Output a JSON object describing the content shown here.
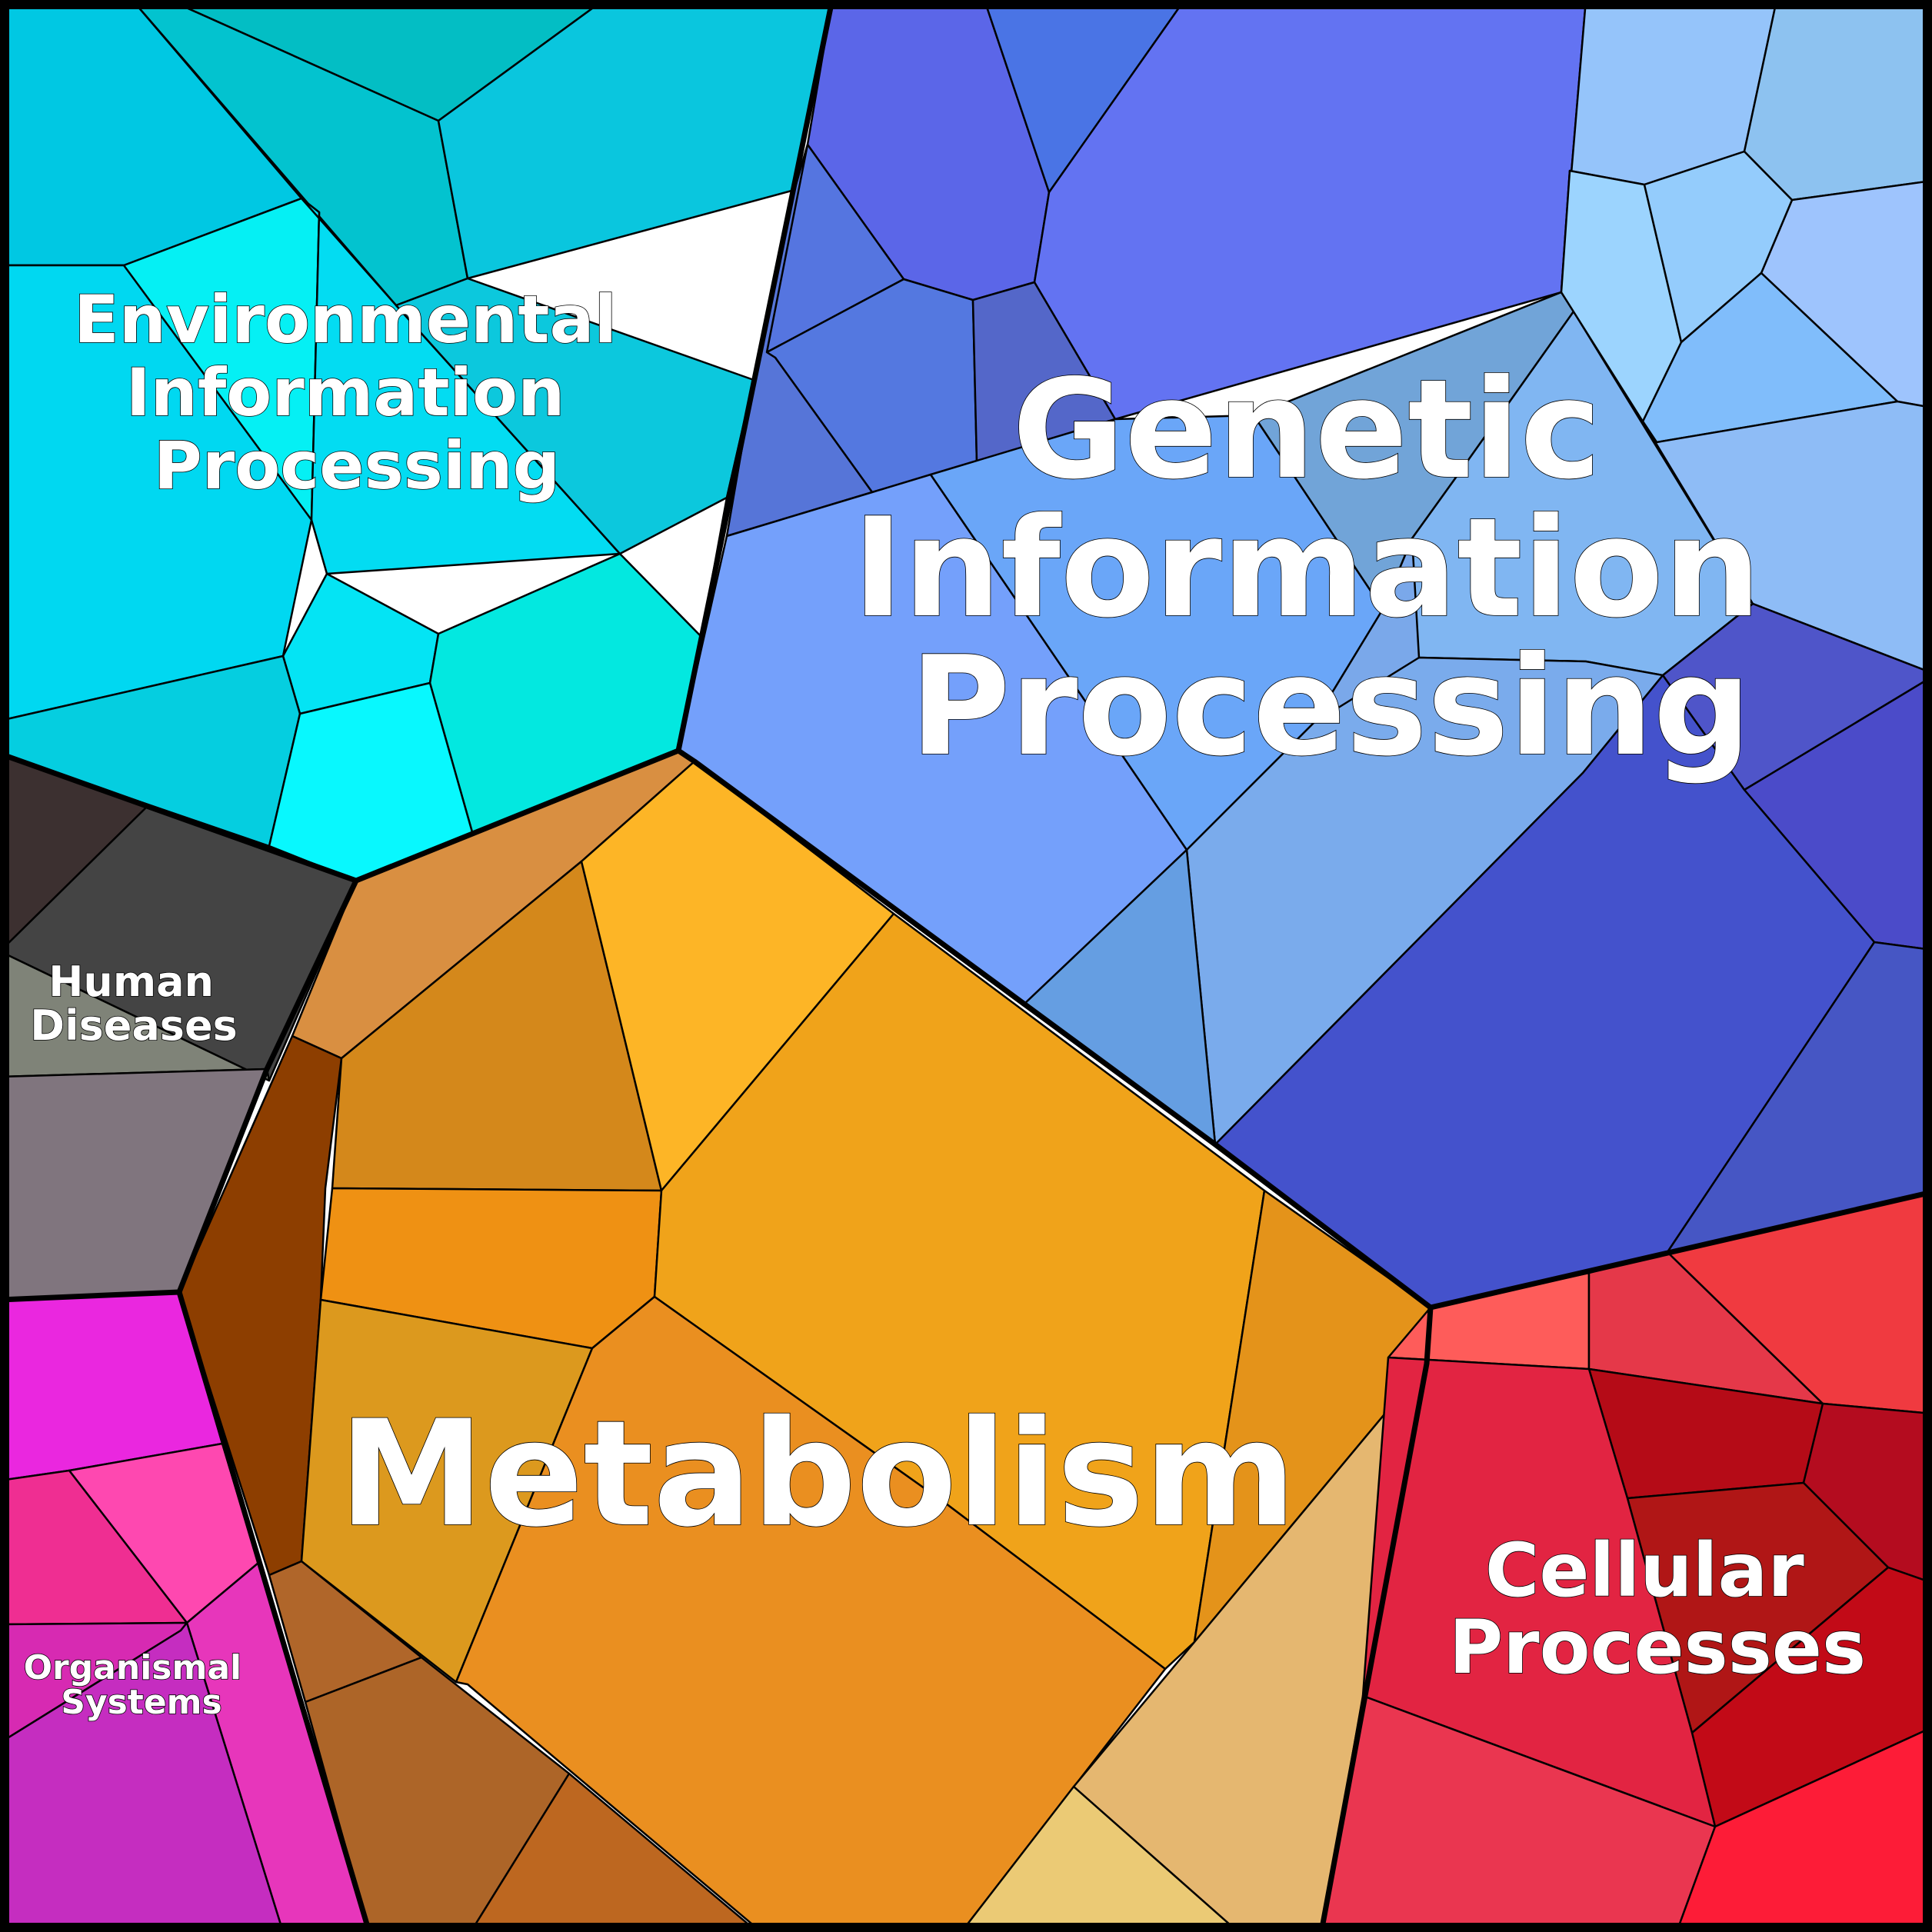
{
  "diagram": {
    "type": "voronoi-treemap",
    "categories": [
      {
        "key": "environmental",
        "label_lines": [
          "Environmental",
          "Information",
          "Processing"
        ],
        "color": "#00d4ea"
      },
      {
        "key": "genetic",
        "label_lines": [
          "Genetic",
          "Information",
          "Processing"
        ],
        "color": "#6a8ff5"
      },
      {
        "key": "human",
        "label_lines": [
          "Human",
          "Diseases"
        ],
        "color": "#4a4a4a"
      },
      {
        "key": "metabolism",
        "label_lines": [
          "Metabolism"
        ],
        "color": "#efa21a"
      },
      {
        "key": "organismal",
        "label_lines": [
          "Organismal",
          "Systems"
        ],
        "color": "#dd2ac8"
      },
      {
        "key": "cellular",
        "label_lines": [
          "Cellular",
          "Processes"
        ],
        "color": "#e2243f"
      }
    ]
  }
}
